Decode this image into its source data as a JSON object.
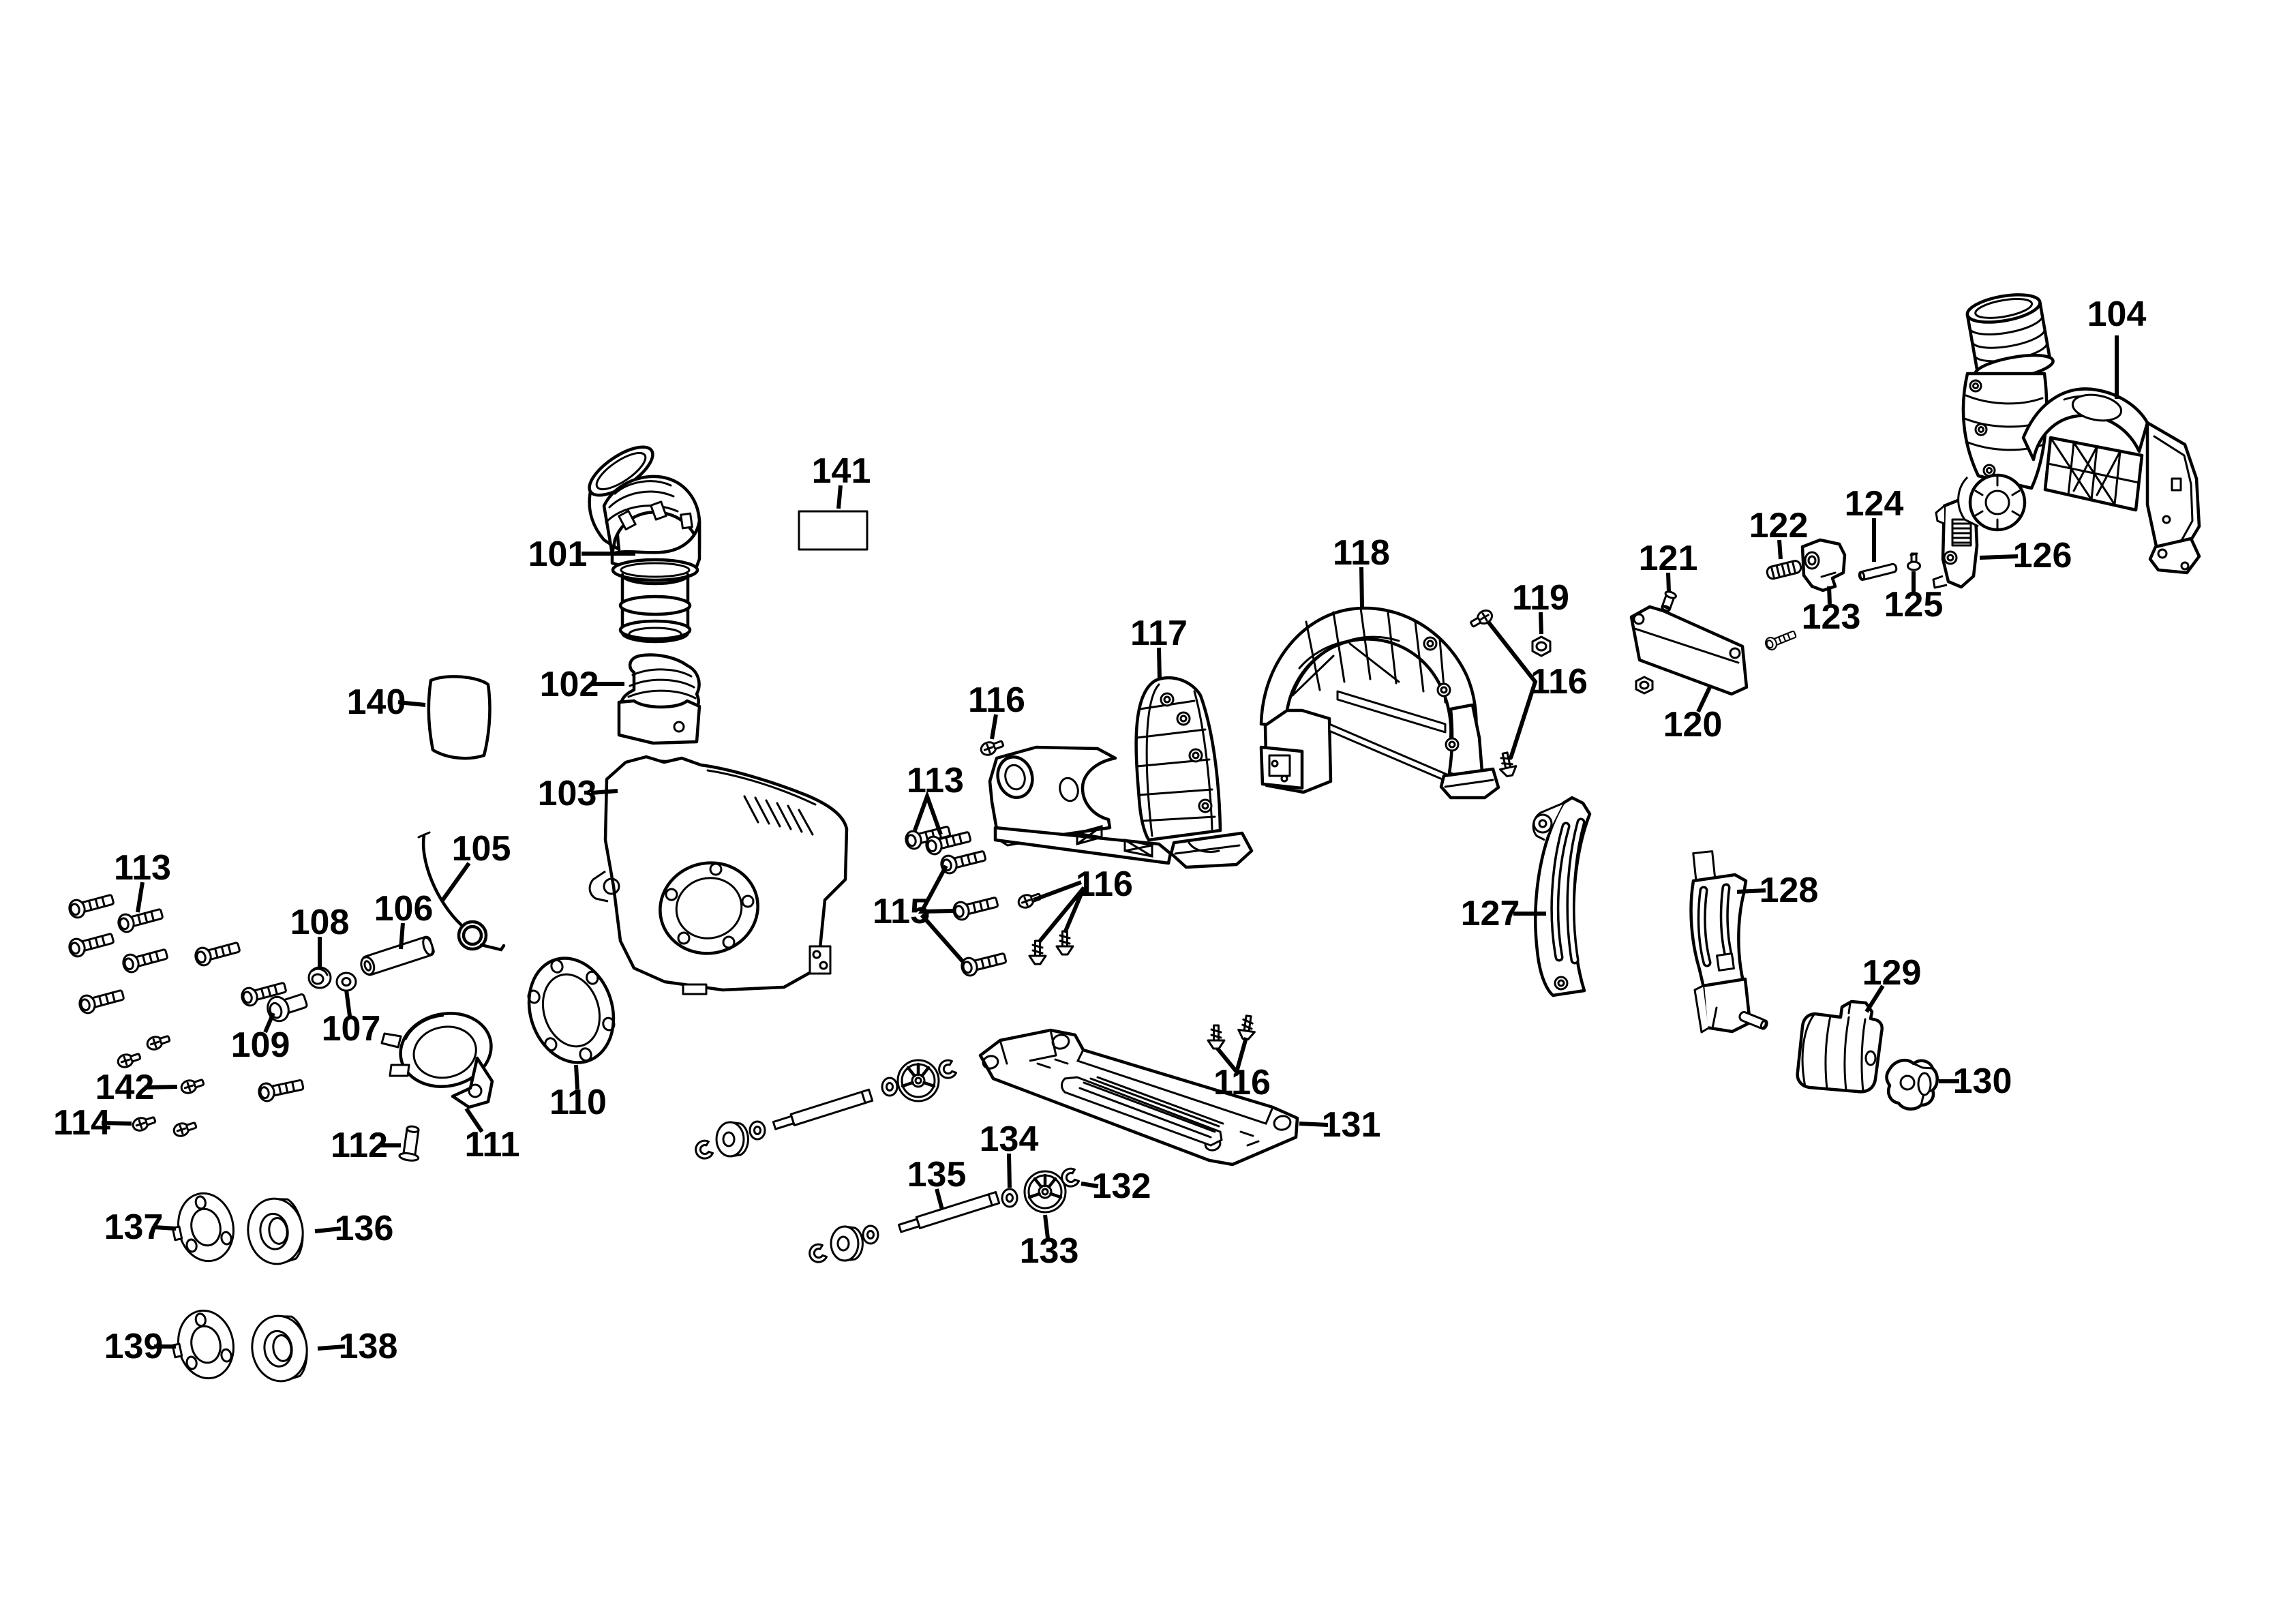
{
  "diagram": {
    "type": "exploded-parts-diagram",
    "background_color": "#ffffff",
    "line_color": "#000000",
    "label_color": "#000000"
  },
  "callouts": [
    {
      "part": "101",
      "text": "101"
    },
    {
      "part": "102",
      "text": "102"
    },
    {
      "part": "103",
      "text": "103"
    },
    {
      "part": "104",
      "text": "104"
    },
    {
      "part": "105",
      "text": "105"
    },
    {
      "part": "106",
      "text": "106"
    },
    {
      "part": "107",
      "text": "107"
    },
    {
      "part": "108",
      "text": "108"
    },
    {
      "part": "109",
      "text": "109"
    },
    {
      "part": "110",
      "text": "110"
    },
    {
      "part": "111",
      "text": "111"
    },
    {
      "part": "112",
      "text": "112"
    },
    {
      "part": "113",
      "text": "113"
    },
    {
      "part": "113",
      "text": "113"
    },
    {
      "part": "114",
      "text": "114"
    },
    {
      "part": "115",
      "text": "115"
    },
    {
      "part": "116",
      "text": "116"
    },
    {
      "part": "116",
      "text": "116"
    },
    {
      "part": "116",
      "text": "116"
    },
    {
      "part": "116",
      "text": "116"
    },
    {
      "part": "117",
      "text": "117"
    },
    {
      "part": "118",
      "text": "118"
    },
    {
      "part": "119",
      "text": "119"
    },
    {
      "part": "120",
      "text": "120"
    },
    {
      "part": "121",
      "text": "121"
    },
    {
      "part": "122",
      "text": "122"
    },
    {
      "part": "123",
      "text": "123"
    },
    {
      "part": "124",
      "text": "124"
    },
    {
      "part": "125",
      "text": "125"
    },
    {
      "part": "126",
      "text": "126"
    },
    {
      "part": "127",
      "text": "127"
    },
    {
      "part": "128",
      "text": "128"
    },
    {
      "part": "129",
      "text": "129"
    },
    {
      "part": "130",
      "text": "130"
    },
    {
      "part": "131",
      "text": "131"
    },
    {
      "part": "132",
      "text": "132"
    },
    {
      "part": "133",
      "text": "133"
    },
    {
      "part": "134",
      "text": "134"
    },
    {
      "part": "135",
      "text": "135"
    },
    {
      "part": "136",
      "text": "136"
    },
    {
      "part": "137",
      "text": "137"
    },
    {
      "part": "138",
      "text": "138"
    },
    {
      "part": "139",
      "text": "139"
    },
    {
      "part": "140",
      "text": "140"
    },
    {
      "part": "141",
      "text": "141"
    },
    {
      "part": "142",
      "text": "142"
    }
  ]
}
